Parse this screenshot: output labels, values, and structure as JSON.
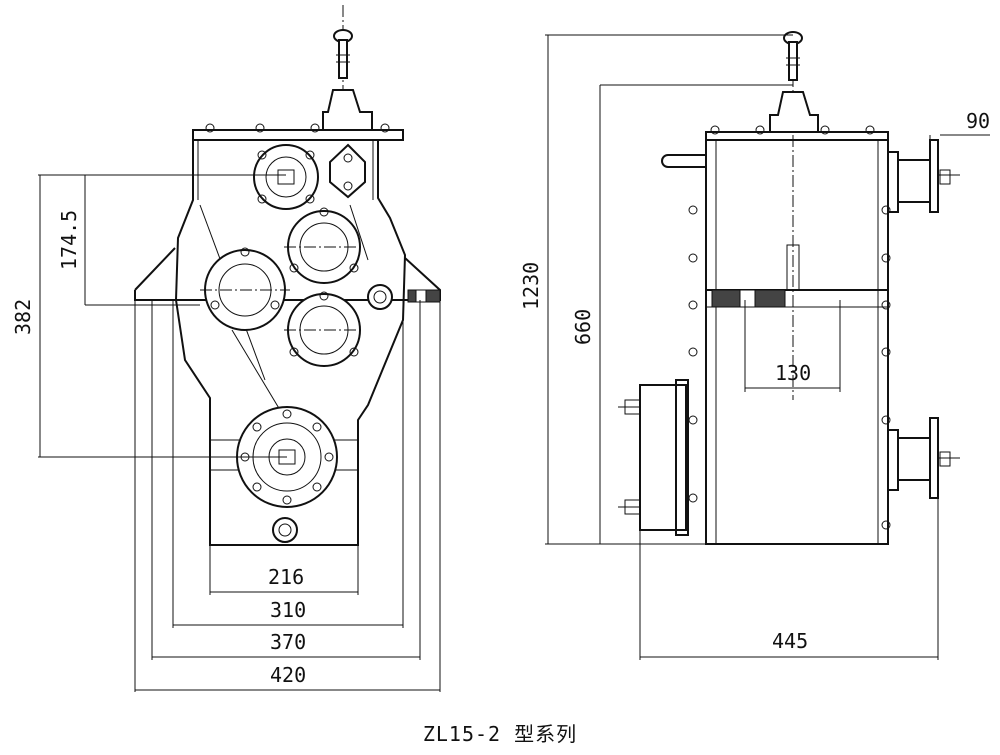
{
  "caption": "ZL15-2 型系列",
  "front_view": {
    "dims": {
      "d216": "216",
      "d310": "310",
      "d370": "370",
      "d420": "420",
      "d382": "382",
      "d174_5": "174.5"
    }
  },
  "side_view": {
    "dims": {
      "d445": "445",
      "d1230": "1230",
      "d660": "660",
      "d130": "130",
      "d90": "90"
    }
  }
}
